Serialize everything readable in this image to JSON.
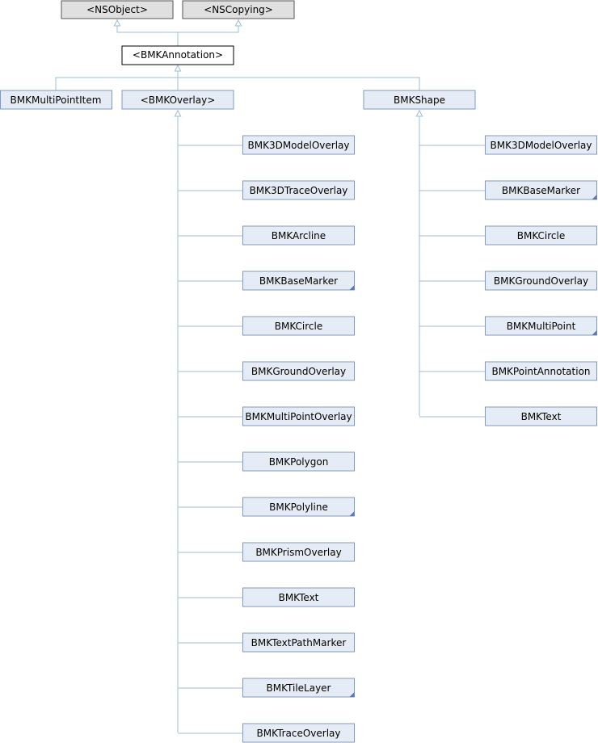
{
  "colors": {
    "edge": "#9bbfdd",
    "protocol_fill": "#e0e0e0",
    "protocol_stroke": "#555555",
    "class_fill": "#e6ecf6",
    "class_stroke": "#8198c0",
    "current_fill": "#ffffff",
    "current_stroke": "#000000",
    "more_marker": "#5a79b4"
  },
  "nodes": {
    "nsobject": "<NSObject>",
    "nscopying": "<NSCopying>",
    "bmkannotation": "<BMKAnnotation>",
    "bmkmultipointitem": "BMKMultiPointItem",
    "bmkoverlay": "<BMKOverlay>",
    "bmkshape": "BMKShape",
    "overlay_children": [
      {
        "label": "BMK3DModelOverlay",
        "has_more": false
      },
      {
        "label": "BMK3DTraceOverlay",
        "has_more": false
      },
      {
        "label": "BMKArcline",
        "has_more": false
      },
      {
        "label": "BMKBaseMarker",
        "has_more": true
      },
      {
        "label": "BMKCircle",
        "has_more": false
      },
      {
        "label": "BMKGroundOverlay",
        "has_more": false
      },
      {
        "label": "BMKMultiPointOverlay",
        "has_more": false
      },
      {
        "label": "BMKPolygon",
        "has_more": false
      },
      {
        "label": "BMKPolyline",
        "has_more": true
      },
      {
        "label": "BMKPrismOverlay",
        "has_more": false
      },
      {
        "label": "BMKText",
        "has_more": false
      },
      {
        "label": "BMKTextPathMarker",
        "has_more": false
      },
      {
        "label": "BMKTileLayer",
        "has_more": true
      },
      {
        "label": "BMKTraceOverlay",
        "has_more": false
      }
    ],
    "shape_children": [
      {
        "label": "BMK3DModelOverlay",
        "has_more": false
      },
      {
        "label": "BMKBaseMarker",
        "has_more": true
      },
      {
        "label": "BMKCircle",
        "has_more": false
      },
      {
        "label": "BMKGroundOverlay",
        "has_more": false
      },
      {
        "label": "BMKMultiPoint",
        "has_more": true
      },
      {
        "label": "BMKPointAnnotation",
        "has_more": false
      },
      {
        "label": "BMKText",
        "has_more": false
      }
    ]
  }
}
